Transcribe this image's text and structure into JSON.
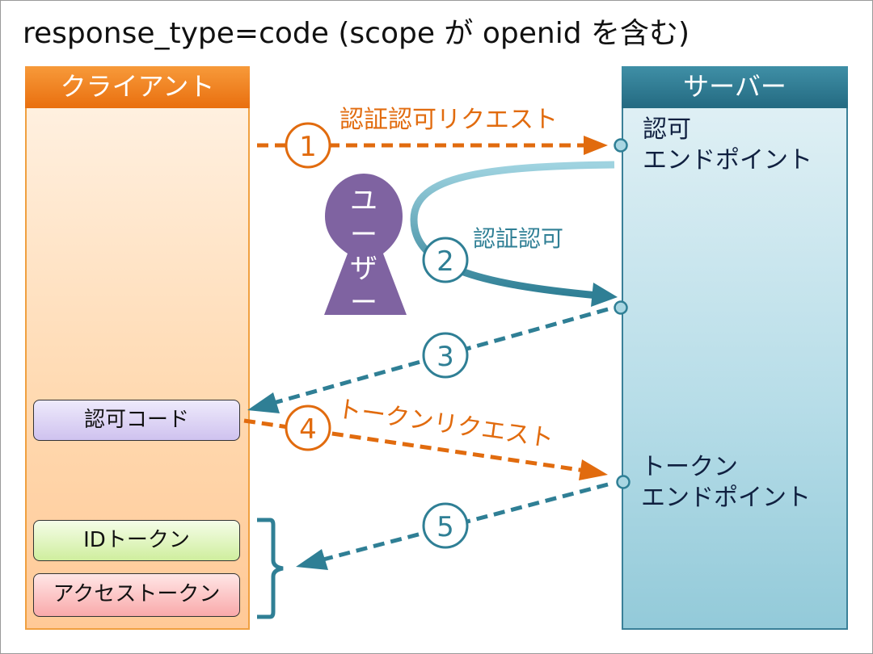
{
  "title": "response_type=code (scope が openid を含む)",
  "client": {
    "label": "クライアント"
  },
  "server": {
    "label": "サーバー",
    "authz_endpoint": [
      "認可",
      "エンドポイント"
    ],
    "token_endpoint": [
      "トークン",
      "エンドポイント"
    ]
  },
  "user": {
    "label": [
      "ユ",
      "ー",
      "ザ",
      "ー"
    ]
  },
  "items": {
    "auth_code": "認可コード",
    "id_token": "IDトークン",
    "access_token": "アクセストークン"
  },
  "steps": [
    {
      "num": "1",
      "label": "認証認可リクエスト"
    },
    {
      "num": "2",
      "label": "認証認可"
    },
    {
      "num": "3",
      "label": ""
    },
    {
      "num": "4",
      "label": "トークンリクエスト"
    },
    {
      "num": "5",
      "label": ""
    }
  ],
  "colors": {
    "orange": "#e16b0e",
    "teal": "#2f7f95",
    "user": "#7f63a1"
  }
}
